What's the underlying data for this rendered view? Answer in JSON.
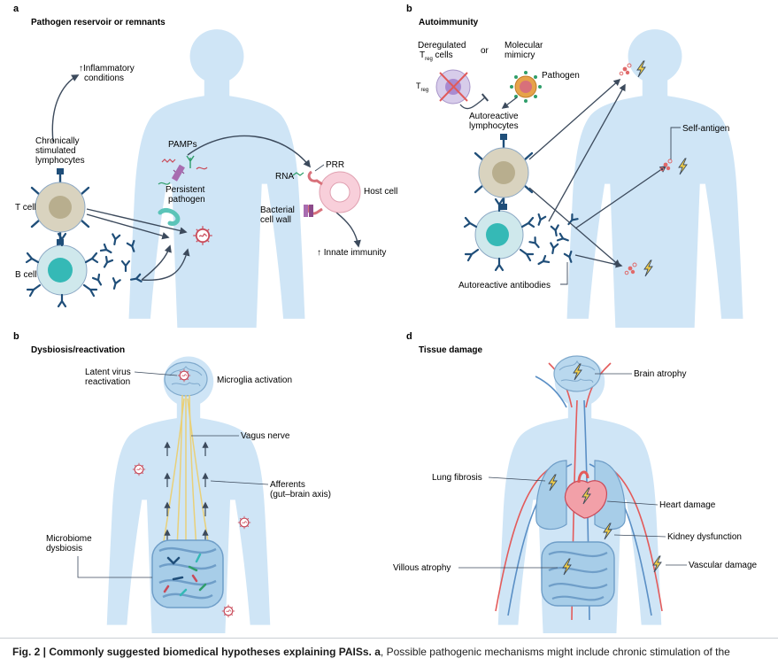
{
  "colors": {
    "body_fill": "#cfe5f6",
    "tcell": "#d9d3bf",
    "tcell_nucleus": "#b8ae8e",
    "bcell": "#cfe8ec",
    "bcell_nucleus": "#35b9b6",
    "receptor": "#1f4e79",
    "host_cell": "#f8cfda",
    "pathogen": "#d8707a",
    "lightning": "#f3d04a",
    "vessel_red": "#e35b5b",
    "vessel_blue": "#5a8fc5",
    "nerve": "#e9d078",
    "arrow": "#3c4a5c"
  },
  "panels": {
    "a": {
      "letter": "a",
      "title": "Pathogen reservoir or remnants",
      "inflammatory": [
        "↑Inflammatory",
        "conditions"
      ],
      "chronically": [
        "Chronically",
        "stimulated",
        "lymphocytes"
      ],
      "t_cell": "T cell",
      "b_cell": "B cell",
      "pamps": "PAMPs",
      "persistent": [
        "Persistent",
        "pathogen"
      ],
      "rna": "RNA",
      "prr": "PRR",
      "host_cell": "Host cell",
      "bacterial": [
        "Bacterial",
        "cell wall"
      ],
      "innate": "↑ Innate immunity"
    },
    "autoimmunity": {
      "letter": "b",
      "title": "Autoimmunity",
      "deregulated": [
        "Deregulated",
        "T",
        "reg",
        " cells"
      ],
      "or": "or",
      "molecular": [
        "Molecular",
        "mimicry"
      ],
      "pathogen": "Pathogen",
      "treg": [
        "T",
        "reg"
      ],
      "autoreactive_lymph": [
        "Autoreactive",
        "lymphocytes"
      ],
      "self_antigen": "Self-antigen",
      "autoreactive_ab": "Autoreactive antibodies"
    },
    "b": {
      "letter": "b",
      "title": "Dysbiosis/reactivation",
      "latent": [
        "Latent virus",
        "reactivation"
      ],
      "microglia": "Microglia activation",
      "vagus": "Vagus nerve",
      "afferents": [
        "Afferents",
        "(gut–brain axis)"
      ],
      "microbiome": [
        "Microbiome",
        "dysbiosis"
      ]
    },
    "d": {
      "letter": "d",
      "title": "Tissue damage",
      "brain": "Brain atrophy",
      "lung": "Lung fibrosis",
      "heart": "Heart damage",
      "kidney": "Kidney dysfunction",
      "villous": "Villous atrophy",
      "vascular": "Vascular damage"
    }
  },
  "caption": {
    "label": "Fig. 2 | Commonly suggested biomedical hypotheses explaining PAISs.",
    "part_a": "a",
    "text": ", Possible pathogenic mechanisms might include chronic stimulation of the"
  }
}
